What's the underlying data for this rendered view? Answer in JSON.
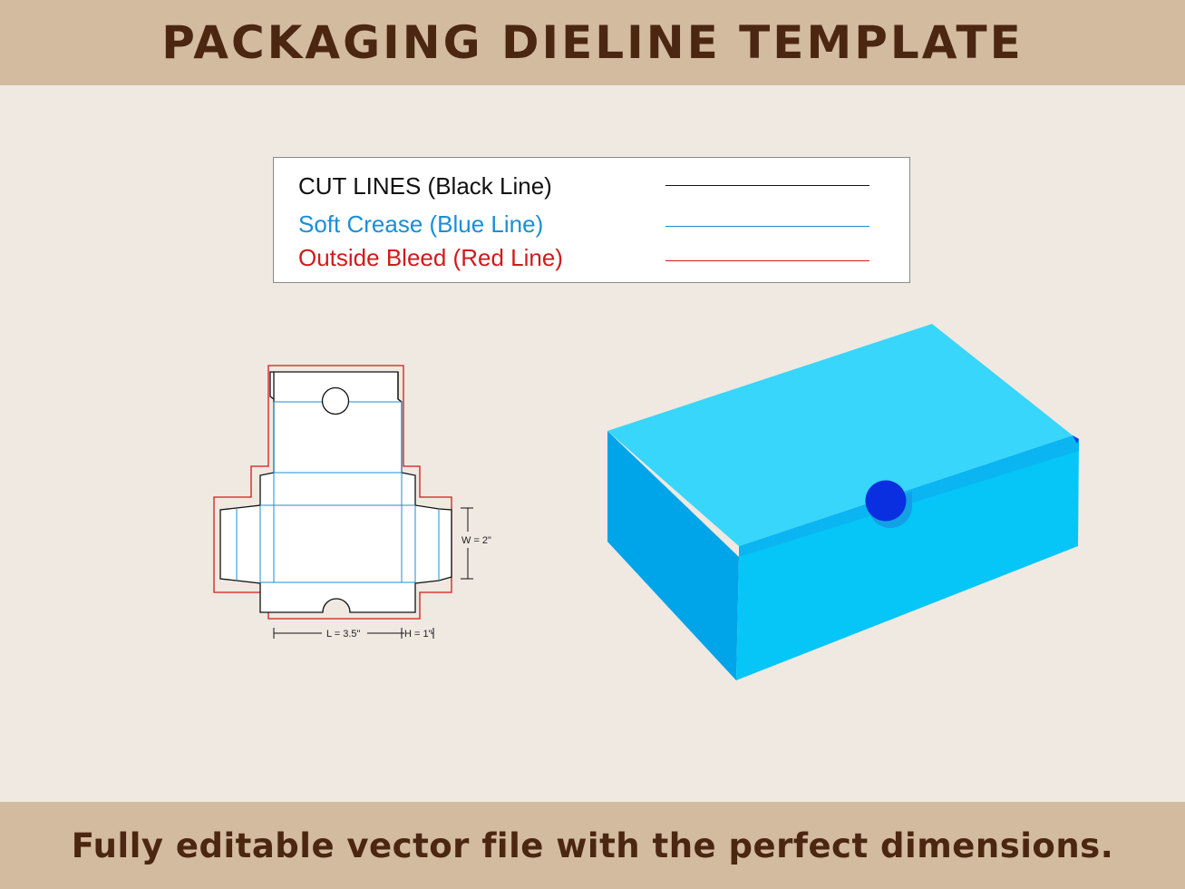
{
  "header": {
    "title": "PACKAGING DIELINE TEMPLATE"
  },
  "legend": {
    "items": [
      {
        "label": "CUT LINES (Black Line)",
        "color": "#111111"
      },
      {
        "label": "Soft Crease (Blue Line)",
        "color": "#1a8fd6"
      },
      {
        "label": "Outside Bleed (Red Line)",
        "color": "#d11a1a"
      }
    ]
  },
  "dieline": {
    "dimensions": {
      "width": "W = 2\"",
      "length": "L = 3.5\"",
      "height": "H = 1\""
    },
    "colors": {
      "cut": "#111111",
      "crease": "#1a8fd6",
      "bleed": "#d11a1a"
    }
  },
  "mockup": {
    "colors": {
      "top": "#38d6fa",
      "front": "#05c6f7",
      "left": "#00a4e8",
      "lid_edge": "#0ab5f2",
      "button": "#0a2fe0"
    }
  },
  "footer": {
    "tagline": "Fully editable vector file with the perfect dimensions."
  }
}
